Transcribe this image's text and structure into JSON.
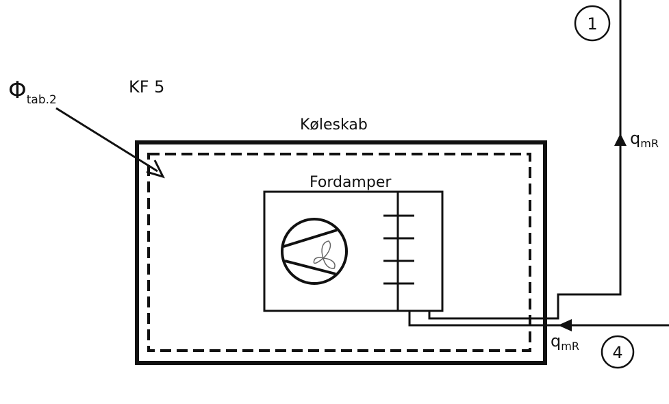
{
  "labels": {
    "phi_main": "Φ",
    "phi_sub": "tab.2",
    "kf": "KF 5",
    "cabinet": "Køleskab",
    "evaporator": "Fordamper",
    "flow_top_main": "q",
    "flow_top_sub": "mR",
    "flow_bottom_main": "q",
    "flow_bottom_sub": "mR",
    "point_1": "1",
    "point_4": "4"
  },
  "colors": {
    "line": "#111111",
    "background": "#ffffff"
  },
  "icons": {
    "fan": "fan-icon",
    "arrows": "arrow-icon"
  }
}
